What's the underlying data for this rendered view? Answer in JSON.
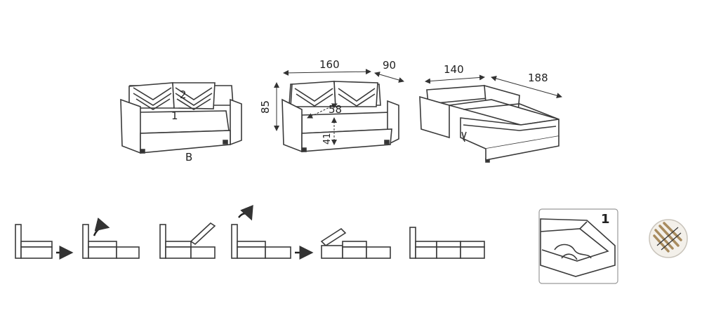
{
  "sofa_front": {
    "label_b": "B",
    "cushion_numbers": [
      "1",
      "2"
    ]
  },
  "sofa_side": {
    "width": "160",
    "depth": "90",
    "height": "85",
    "seat_depth": "58",
    "seat_height": "41"
  },
  "bed": {
    "width": "140",
    "length": "188"
  },
  "steps": [
    "step-1",
    "step-2",
    "step-3",
    "step-4",
    "step-5",
    "step-6"
  ],
  "storage": {
    "number": "1"
  },
  "icons": {
    "slats": "bed-slats-icon"
  },
  "colors": {
    "line": "#3a3a3a",
    "fill": "#ffffff",
    "text": "#222222"
  }
}
